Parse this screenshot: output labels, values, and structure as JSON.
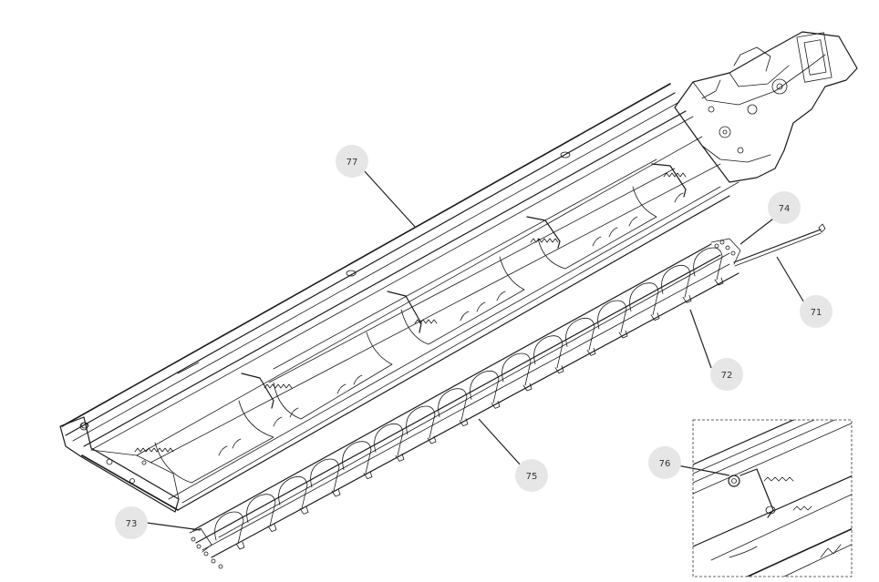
{
  "callouts": [
    {
      "id": "c71",
      "label": "71"
    },
    {
      "id": "c72",
      "label": "72"
    },
    {
      "id": "c73",
      "label": "73"
    },
    {
      "id": "c74",
      "label": "74"
    },
    {
      "id": "c75",
      "label": "75"
    },
    {
      "id": "c76",
      "label": "76"
    },
    {
      "id": "c77",
      "label": "77"
    }
  ],
  "colors": {
    "line": "#1a1a1a",
    "bubble": "#e6e6e6",
    "label": "#333333"
  }
}
